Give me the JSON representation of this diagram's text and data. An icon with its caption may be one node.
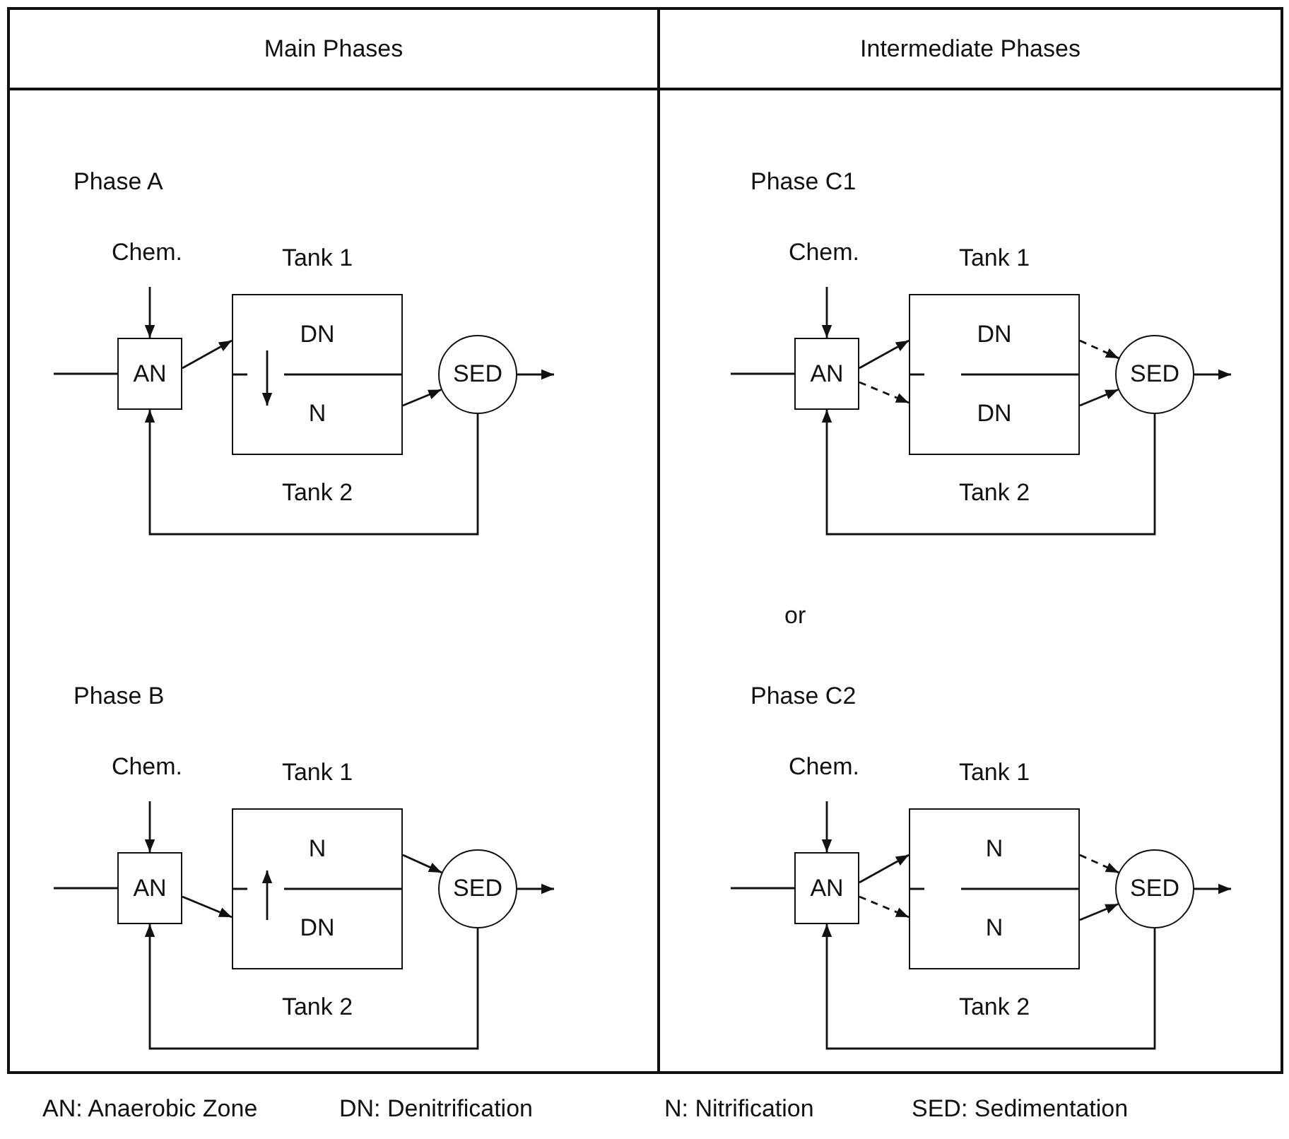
{
  "diagram": {
    "nodes": [
      {
        "text": [
          "Main Phases"
        ]
      },
      {
        "text": [
          "Chem."
        ],
        "in": 0
      },
      {
        "text": [
          "AN"
        ],
        "in": 0
      },
      {
        "text": [
          "Tank 1",
          "DN"
        ],
        "in": 0
      },
      {
        "text": [
          "N",
          "Tank 2"
        ],
        "in": 0
      },
      {
        "text": [
          "SED"
        ],
        "in": 0
      },
      {
        "text": [
          "Chem."
        ],
        "in": 0
      },
      {
        "text": [
          "AN"
        ],
        "in": 0
      },
      {
        "text": [
          "Tank 1",
          "N"
        ],
        "in": 0
      },
      {
        "text": [
          "DN",
          "Tank 2"
        ],
        "in": 0
      },
      {
        "text": [
          "SED"
        ],
        "in": 0
      },
      {
        "text": [
          "Intermediate Phases"
        ]
      },
      {
        "text": [
          "Chem."
        ],
        "in": 11
      },
      {
        "text": [
          "AN"
        ],
        "in": 11
      },
      {
        "text": [
          "Tank 1",
          "DN"
        ],
        "in": 11
      },
      {
        "text": [
          "DN",
          "Tank 2"
        ],
        "in": 11
      },
      {
        "text": [
          "SED"
        ],
        "in": 11
      },
      {
        "text": [
          "Chem."
        ],
        "in": 11
      },
      {
        "text": [
          "AN"
        ],
        "in": 11
      },
      {
        "text": [
          "Tank 1",
          "N"
        ],
        "in": 11
      },
      {
        "text": [
          "N",
          "Tank 2"
        ],
        "in": 11
      },
      {
        "text": [
          "SED"
        ],
        "in": 11
      }
    ],
    "edges": [
      {
        "from": null,
        "to": 2,
        "arrow": "none"
      },
      {
        "from": 1,
        "to": 2,
        "arrow": "to"
      },
      {
        "from": 2,
        "to": 3,
        "arrow": "to"
      },
      {
        "from": 3,
        "to": 4,
        "arrow": "to"
      },
      {
        "from": 4,
        "to": 5,
        "arrow": "to"
      },
      {
        "from": 5,
        "to": null,
        "arrow": "to"
      },
      {
        "from": 5,
        "to": 2,
        "arrow": "to"
      },
      {
        "from": null,
        "to": 7,
        "arrow": "none"
      },
      {
        "from": 6,
        "to": 7,
        "arrow": "to"
      },
      {
        "from": 7,
        "to": 9,
        "arrow": "to"
      },
      {
        "from": 9,
        "to": 8,
        "arrow": "to"
      },
      {
        "from": 8,
        "to": 10,
        "arrow": "to"
      },
      {
        "from": 10,
        "to": null,
        "arrow": "to"
      },
      {
        "from": 10,
        "to": 7,
        "arrow": "to"
      },
      {
        "from": null,
        "to": 13,
        "arrow": "none"
      },
      {
        "from": 12,
        "to": 13,
        "arrow": "to"
      },
      {
        "from": 13,
        "to": 14,
        "arrow": "to"
      },
      {
        "from": 13,
        "to": 15,
        "arrow": "to",
        "style": "dashed"
      },
      {
        "from": 14,
        "to": 16,
        "arrow": "to",
        "style": "dashed"
      },
      {
        "from": 15,
        "to": 16,
        "arrow": "to"
      },
      {
        "from": 16,
        "to": null,
        "arrow": "to"
      },
      {
        "from": 16,
        "to": 13,
        "arrow": "to"
      },
      {
        "from": null,
        "to": 18,
        "arrow": "none"
      },
      {
        "from": 17,
        "to": 18,
        "arrow": "to"
      },
      {
        "from": 18,
        "to": 19,
        "arrow": "to"
      },
      {
        "from": 18,
        "to": 20,
        "arrow": "to",
        "style": "dashed"
      },
      {
        "from": 19,
        "to": 21,
        "arrow": "to",
        "style": "dashed"
      },
      {
        "from": 20,
        "to": 21,
        "arrow": "to"
      },
      {
        "from": 21,
        "to": null,
        "arrow": "to"
      },
      {
        "from": 21,
        "to": 18,
        "arrow": "to"
      }
    ],
    "labels": [
      "Phase A",
      "Phase C1",
      "or",
      "Phase B",
      "Phase C2",
      "AN: Anaerobic Zone",
      "DN: Denitrification",
      "N: Nitrification",
      "SED: Sedimentation"
    ]
  }
}
